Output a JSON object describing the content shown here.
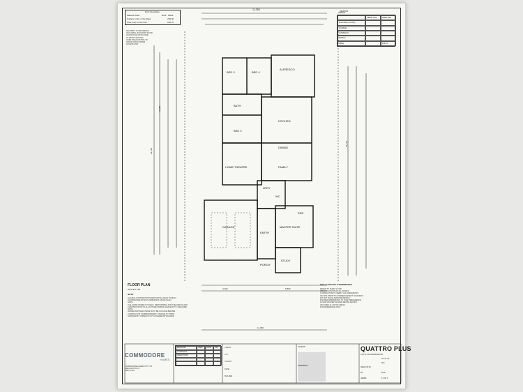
{
  "header": {
    "roof_qty_title": "Roof Quantities",
    "roof_rows": [
      [
        "Material Total",
        "Roof - Metal"
      ],
      [
        "Surface (m2) on the Rake",
        "294.50"
      ],
      [
        "Area (m2) on the Flat",
        "246.37"
      ]
    ],
    "left_notes": [
      "DELIVERY TO RESIDENCE",
      "INCLUDING 30S FRONT DOOR",
      "FLOOR PLAN WITH ZONE",
      "AT FRONT SETTING",
      "OVER ONE EXISTING TO",
      "ABOVE DOOR FRAME",
      "ACCESS UNIT"
    ],
    "top_dim": "11,350",
    "mirror": "MIRROR"
  },
  "areas_table": {
    "title": "AREAS",
    "col1": "PERIM (LM)",
    "col2": "AREA (M2)",
    "rows": [
      [
        "MAIN RES (LIVING)",
        "",
        ""
      ],
      [
        "GARAGE",
        "",
        ""
      ],
      [
        "ALFRESCO",
        "",
        ""
      ],
      [
        "PORCH",
        "",
        ""
      ],
      [
        "AREA",
        "",
        "239.15"
      ]
    ]
  },
  "rooms": {
    "bed3": "BED 3",
    "bed4": "BED 4",
    "alfresco": "ALFRESCO",
    "bath": "BATH",
    "bed2": "BED 2",
    "kitchen": "KITCHEN",
    "dining": "DINING",
    "home_theatre": "HOME THEATRE",
    "family": "FAMILY",
    "laundry": "LDRY",
    "wc": "WC",
    "garage": "GARAGE",
    "master": "MASTER SUITE",
    "entry": "ENTRY",
    "study": "STUDY",
    "ens": "ENS",
    "porch": "PORCH"
  },
  "dims": {
    "overall_height": "24,130",
    "side_left": "16,600",
    "side_right": "14,170",
    "bottom_total": "11,350",
    "bottom_left": "4,400",
    "bottom_mid": "6,800"
  },
  "floor_plan": {
    "title": "FLOOR PLAN",
    "scale": "SCALE 1:100",
    "note_title": "NOTE",
    "notes_left": [
      "GLAZING CONSTRUCTION AND INSTALLATION TO BE IN",
      "ACCORDANCE WITH AS 1288-2006 & AS 2047-2014",
      "",
      "NOTE",
      "THE HOME OWNER IS SOLELY RESPONSIBLE FOR THE DESIGN AND",
      "CONSTRUCTION OF ALL FUTURE WORKS ADJACENT TO THE HOME",
      "",
      "NOTE",
      "OWNER SUPPLIED ITEMS MUST BE IN PLACE BEFORE",
      "CONTRACTOR COMMENCEMENT. DAMAGE TO ITEMS",
      "SUPPLIED BY OWNER IS NOT COVERED BY BUILDER"
    ],
    "notes_right_title": "HIGH CAPACITY STORMWATER",
    "notes_right": [
      "REFER TO SHEET 2 FOR",
      "SPECIFICATIONS OF ALL WORKS",
      "",
      "CONTRACTOR TO VERIFY ALL DIMENSIONS",
      "ON SITE PRIOR TO COMMENCEMENT OF WORKS",
      "",
      "DO NOT SCALE FROM DRAWINGS",
      "FIGURED DIMENSIONS TO TAKE PRECEDENCE",
      "",
      "FLOOR MASTER SQUARE METRE SHOWN",
      "INCLUDES ALL ROOF AREAS",
      "",
      "FOR REFERENCE ONLY"
    ]
  },
  "title_block": {
    "logo": "COMMODORE",
    "logo_sub": "HOMES",
    "company_lines": [
      "COMMODORE HOMES PTY LTD",
      "WELLINGTON ST",
      "PERTH WA"
    ],
    "rev_headers": [
      "REVISION",
      "VIEW",
      "DATE",
      "DFT"
    ],
    "rev_rows": [
      [
        "CONTRACT",
        "",
        "",
        ""
      ],
      [
        "VARIATIONS",
        "",
        "",
        ""
      ],
      [
        "",
        "",
        "",
        ""
      ],
      [
        "",
        "",
        "",
        ""
      ]
    ],
    "client_fields": [
      "CLIENT",
      "LOT",
      "COUNTY",
      "DATE",
      "BUILDER"
    ],
    "address_label": "ADDRESS",
    "client_label": "CLIENT",
    "project": "QUATTRO PLUS",
    "project_sub": "LOTS CO-ORDINATOR",
    "date": "24.11.14",
    "drawn": "NO",
    "job_no": "SEQ 28 15",
    "design_code": "R1",
    "sheet_code": "D10",
    "number": "44065",
    "sheet": "1 OF 7"
  },
  "colors": {
    "ink": "#222222",
    "paper": "#f7f7f4",
    "background": "#e8e8e6",
    "logo": "#5b6a70"
  }
}
